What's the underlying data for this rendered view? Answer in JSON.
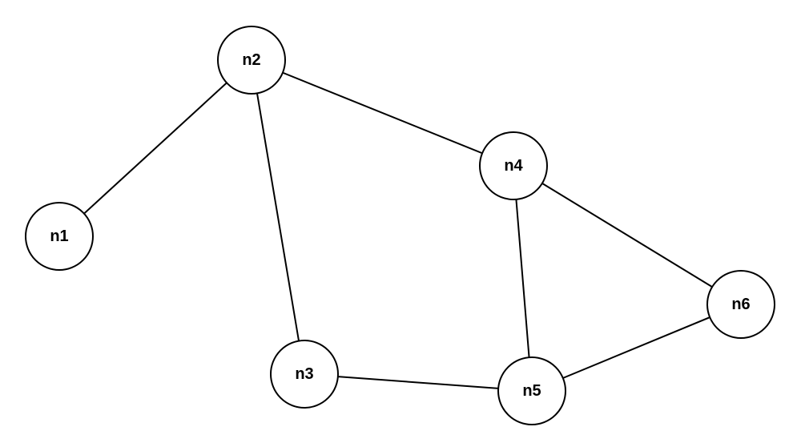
{
  "nodes": [
    {
      "id": "n1",
      "label": "n1"
    },
    {
      "id": "n2",
      "label": "n2"
    },
    {
      "id": "n3",
      "label": "n3"
    },
    {
      "id": "n4",
      "label": "n4"
    },
    {
      "id": "n5",
      "label": "n5"
    },
    {
      "id": "n6",
      "label": "n6"
    }
  ],
  "edges": [
    {
      "from": "n1",
      "to": "n2"
    },
    {
      "from": "n2",
      "to": "n3"
    },
    {
      "from": "n2",
      "to": "n4"
    },
    {
      "from": "n3",
      "to": "n5"
    },
    {
      "from": "n4",
      "to": "n5"
    },
    {
      "from": "n4",
      "to": "n6"
    },
    {
      "from": "n5",
      "to": "n6"
    }
  ],
  "colors": {
    "stroke": "#000000",
    "fill": "#ffffff",
    "text": "#000000"
  }
}
